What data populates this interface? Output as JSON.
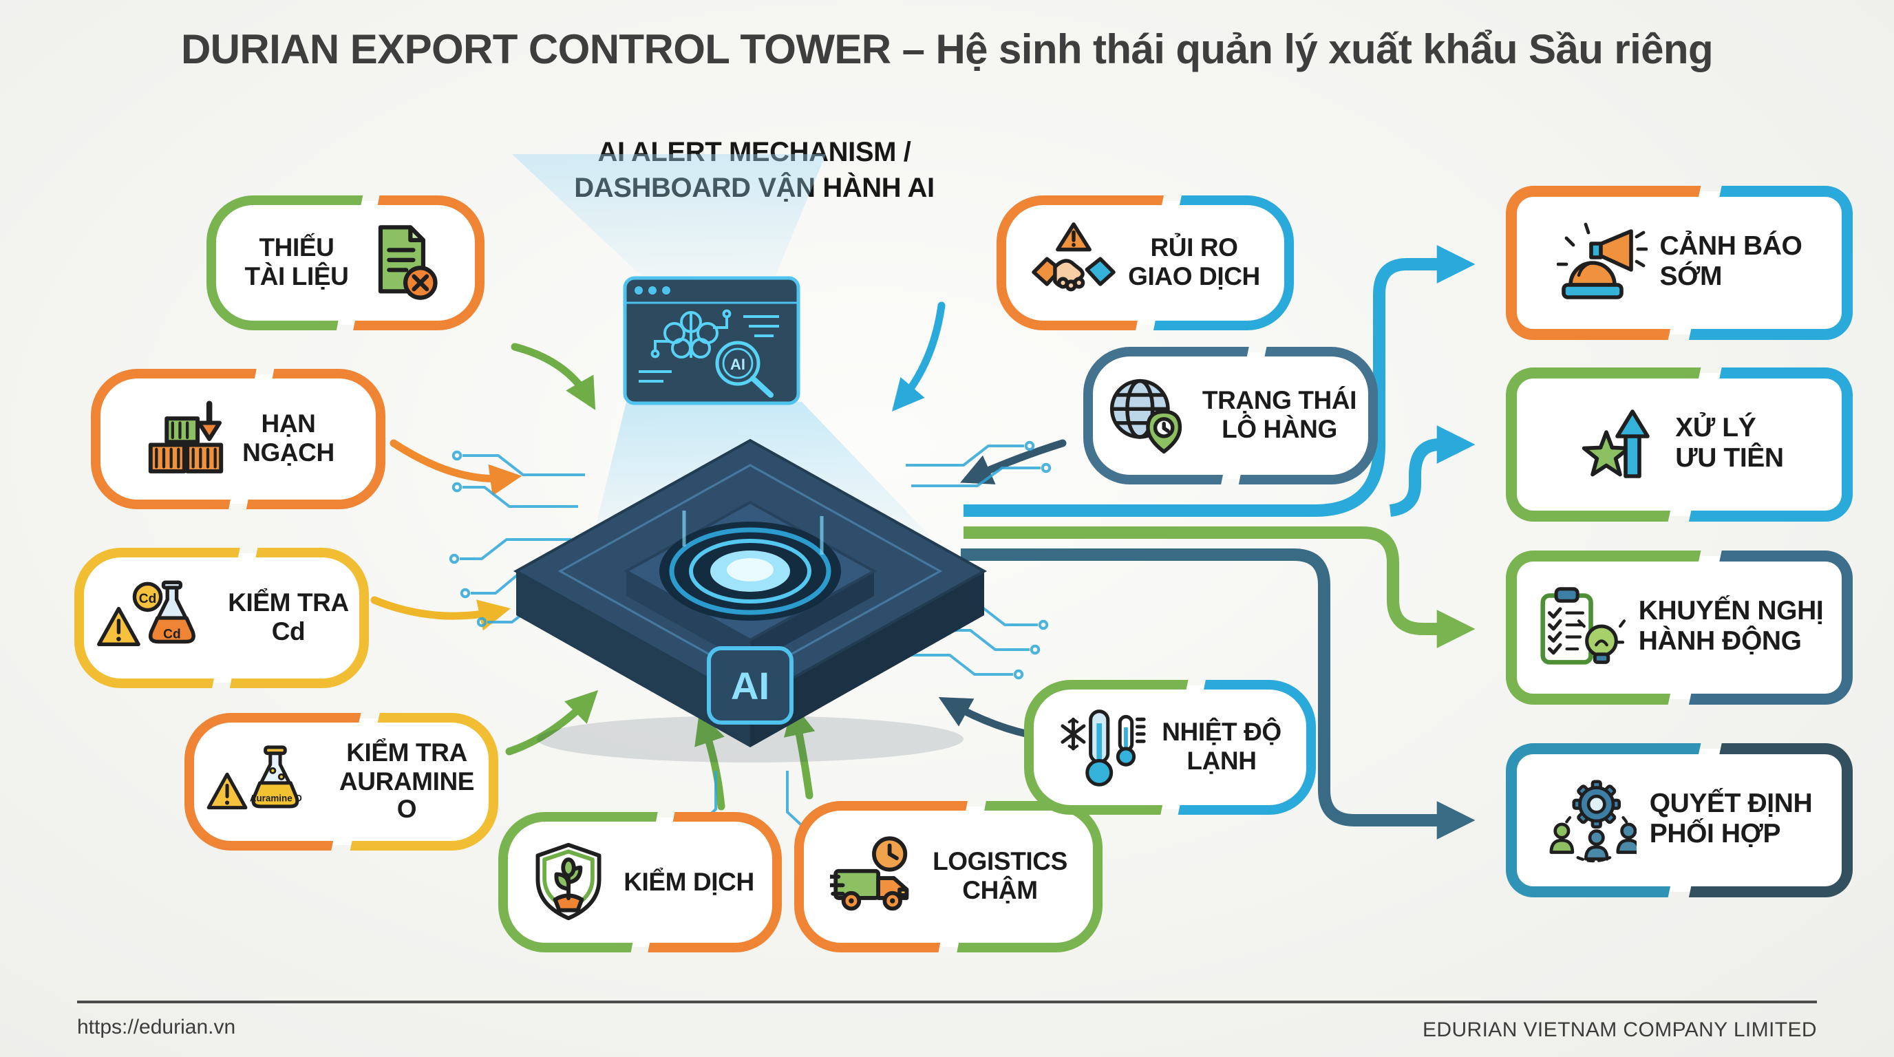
{
  "title": "DURIAN EXPORT CONTROL TOWER – Hệ sinh thái quản lý xuất khẩu Sầu riêng",
  "center": {
    "label_line1": "AI ALERT MECHANISM /",
    "label_line2": "DASHBOARD VẬN HÀNH AI",
    "chip_label": "AI",
    "magnifier_label": "AI"
  },
  "inputs": [
    {
      "id": "missing-documents",
      "lines": [
        "THIẾU",
        "TÀI LIỆU"
      ],
      "icon": "document-missing-icon",
      "border_left": "#79B450",
      "border_right": "#EE8434"
    },
    {
      "id": "quota",
      "lines": [
        "HẠN",
        "NGẠCH"
      ],
      "icon": "container-quota-icon",
      "border_left": "#EE8434",
      "border_right": "#EE8434"
    },
    {
      "id": "cadmium-check",
      "lines": [
        "KIỂM TRA",
        "Cd"
      ],
      "icon": "cadmium-flask-icon",
      "border_left": "#F1BE33",
      "border_right": "#F1BE33"
    },
    {
      "id": "auramine-check",
      "lines": [
        "KIỂM TRA",
        "AURAMINE O"
      ],
      "icon": "auramine-flask-icon",
      "border_left": "#EE8434",
      "border_right": "#F1BE33"
    },
    {
      "id": "quarantine",
      "lines": [
        "KIỂM DỊCH"
      ],
      "icon": "quarantine-shield-icon",
      "border_left": "#79B450",
      "border_right": "#EE8434"
    },
    {
      "id": "slow-logistics",
      "lines": [
        "LOGISTICS",
        "CHẬM"
      ],
      "icon": "logistics-truck-icon",
      "border_left": "#EE8434",
      "border_right": "#79B450"
    },
    {
      "id": "transaction-risk",
      "lines": [
        "RỦI RO",
        "GIAO DỊCH"
      ],
      "icon": "handshake-risk-icon",
      "border_left": "#EE8434",
      "border_right": "#2AA9DB"
    },
    {
      "id": "shipment-status",
      "lines": [
        "TRẠNG THÁI",
        "LÔ HÀNG"
      ],
      "icon": "globe-tracking-icon",
      "border_left": "#44738F",
      "border_right": "#44738F"
    },
    {
      "id": "cold-temperature",
      "lines": [
        "NHIỆT ĐỘ",
        "LẠNH"
      ],
      "icon": "cold-thermometer-icon",
      "border_left": "#79B450",
      "border_right": "#2AA9DB"
    }
  ],
  "outputs": [
    {
      "id": "early-warning",
      "lines": [
        "CẢNH BÁO",
        "SỚM"
      ],
      "icon": "siren-megaphone-icon",
      "border_left": "#EE8434",
      "border_right": "#2AA9DB"
    },
    {
      "id": "priority-processing",
      "lines": [
        "XỬ LÝ",
        "ƯU TIÊN"
      ],
      "icon": "star-arrow-icon",
      "border_left": "#79B450",
      "border_right": "#2AA9DB"
    },
    {
      "id": "action-recommendation",
      "lines": [
        "KHUYẾN NGHỊ",
        "HÀNH ĐỘNG"
      ],
      "icon": "checklist-bulb-icon",
      "border_left": "#79B450",
      "border_right": "#3D6E8C"
    },
    {
      "id": "coordinated-decision",
      "lines": [
        "QUYẾT ĐỊNH",
        "PHỐI HỢP"
      ],
      "icon": "gear-people-icon",
      "border_left": "#2E93B5",
      "border_right": "#33505F"
    }
  ],
  "footer": {
    "url": "https://edurian.vn",
    "company": "EDURIAN VIETNAM COMPANY LIMITED"
  },
  "colors": {
    "orange": "#EE8434",
    "green": "#79B450",
    "yellow": "#F1BE33",
    "cyan": "#2AA9DB",
    "steel_blue": "#44738F",
    "dark_slate": "#33505F",
    "teal": "#2E93B5",
    "chip_blue": "#2E4E6B",
    "glow_cyan": "#39C1F0",
    "text_dark": "#1B1B1B"
  }
}
